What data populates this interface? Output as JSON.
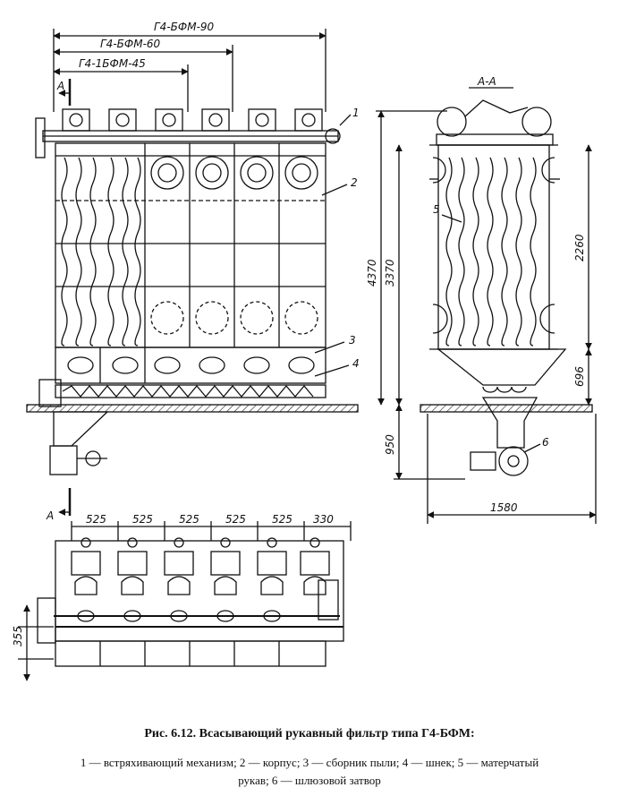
{
  "figure": {
    "title_labels": {
      "g4_90": "Г4-БФМ-90",
      "g4_60": "Г4-БФМ-60",
      "g4_45": "Г4-1БФМ-45"
    },
    "section_mark": "А",
    "section_title": "А-А",
    "callouts": [
      "1",
      "2",
      "3",
      "4",
      "5",
      "6"
    ],
    "dims_right": {
      "h_total": "4370",
      "h_body": "3370",
      "h_bag": "2260",
      "h_hopper": "696",
      "h_base": "950",
      "w_base": "1580"
    },
    "dims_plan": {
      "pitch": [
        "525",
        "525",
        "525",
        "525",
        "525",
        "330"
      ],
      "offset": "355"
    }
  },
  "caption": {
    "title": "Рис. 6.12. Всасывающий рукавный фильтр типа Г4-БФМ:",
    "line1": "1 — встряхивающий механизм; 2 — корпус; 3 — сборник пыли; 4 — шнек; 5 — матерчатый",
    "line2": "рукав; 6 — шлюзовой затвор"
  }
}
